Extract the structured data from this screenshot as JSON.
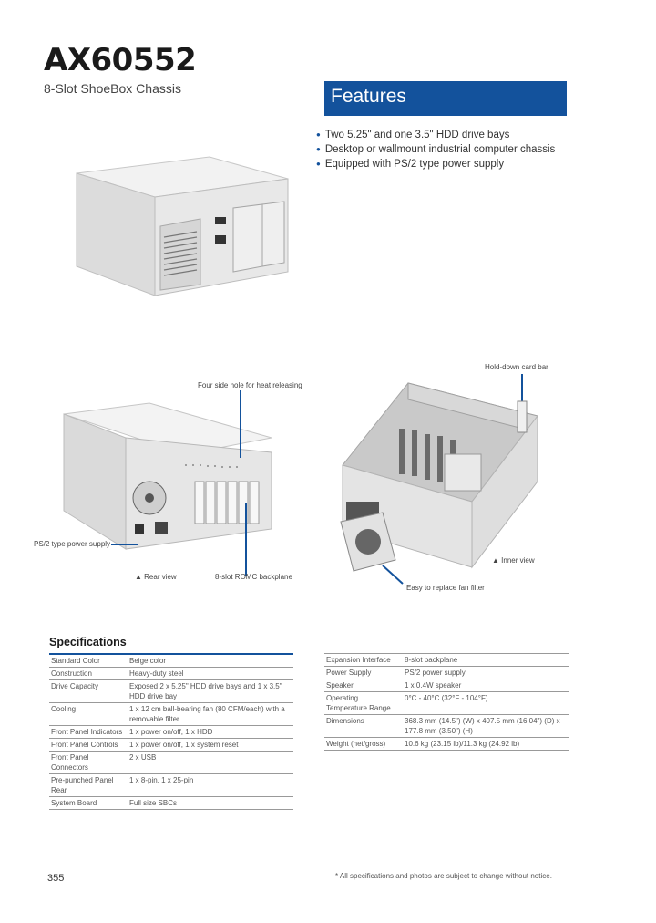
{
  "header": {
    "model": "AX60552",
    "subtitle": "8-Slot ShoeBox Chassis"
  },
  "features": {
    "heading": "Features",
    "items": [
      "Two 5.25\" and one 3.5\" HDD drive bays",
      "Desktop or wallmount industrial computer chassis",
      "Equipped with PS/2 type power supply"
    ]
  },
  "callouts": {
    "side_hole": "Four side hole for heat releasing",
    "ps2": "PS/2 type power supply",
    "rear_view": "▲ Rear view",
    "romc": "8-slot ROMC backplane",
    "hold_down": "Hold-down card bar",
    "inner_view": "▲ Inner view",
    "fan_filter": "Easy to replace fan filter"
  },
  "specifications": {
    "title": "Specifications",
    "left": [
      {
        "label": "Standard Color",
        "value": "Beige color"
      },
      {
        "label": "Construction",
        "value": "Heavy-duty steel"
      },
      {
        "label": "Drive Capacity",
        "value": "Exposed 2 x 5.25\" HDD drive bays and 1 x 3.5\" HDD drive bay"
      },
      {
        "label": "Cooling",
        "value": "1 x 12 cm ball-bearing fan (80 CFM/each) with a removable filter"
      },
      {
        "label": "Front Panel Indicators",
        "value": "1 x power on/off, 1 x HDD"
      },
      {
        "label": "Front Panel Controls",
        "value": "1 x power on/off, 1 x system reset"
      },
      {
        "label": "Front Panel Connectors",
        "value": "2 x USB"
      },
      {
        "label": "Pre-punched Panel Rear",
        "value": "1 x 8-pin, 1 x 25-pin"
      },
      {
        "label": "System Board",
        "value": "Full size SBCs"
      }
    ],
    "right": [
      {
        "label": "Expansion Interface",
        "value": "8-slot backplane"
      },
      {
        "label": "Power Supply",
        "value": "PS/2 power supply"
      },
      {
        "label": "Speaker",
        "value": "1 x 0.4W speaker"
      },
      {
        "label": "Operating Temperature Range",
        "value": "0°C - 40°C (32°F - 104°F)"
      },
      {
        "label": "Dimensions",
        "value": "368.3 mm (14.5\") (W) x 407.5 mm (16.04\") (D) x 177.8 mm (3.50\") (H)"
      },
      {
        "label": "Weight (net/gross)",
        "value": "10.6 kg (23.15 lb)/11.3 kg (24.92 lb)"
      }
    ]
  },
  "footer": {
    "page_number": "355",
    "note": "* All specifications and photos are subject to change without notice."
  }
}
